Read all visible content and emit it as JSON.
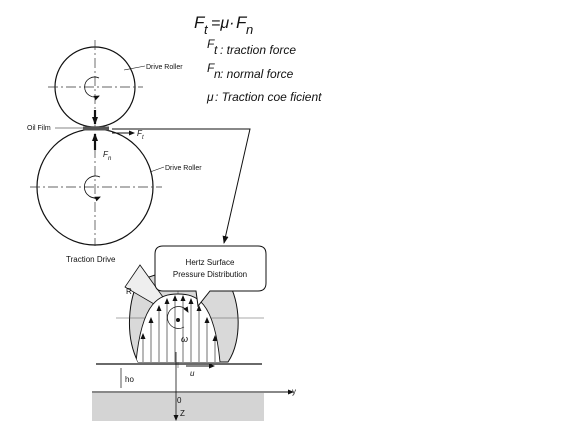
{
  "formula": {
    "lhs_main": "F",
    "lhs_sub": "t",
    "eq_mid": "=μ·",
    "rhs_main": "F",
    "rhs_sub": "n"
  },
  "definitions": [
    {
      "main": "F",
      "sub": "t",
      "text": ": traction force"
    },
    {
      "main": "F",
      "sub": "n",
      "text": ": normal force"
    },
    {
      "main": "μ",
      "sub": "",
      "text": ": Traction coe ficient"
    }
  ],
  "traction_drive": {
    "caption": "Traction Drive",
    "top_roller_label": "Drive Roller",
    "bottom_roller_label": "Drive Roller",
    "oil_film_label": "Oil Film",
    "ft_main": "F",
    "ft_sub": "t",
    "fn_main": "F",
    "fn_sub": "n"
  },
  "hertz": {
    "callout_line1": "Hertz Surface",
    "callout_line2": "Pressure Distribution",
    "radius_label": "R",
    "omega_label": "ω",
    "velocity_label": "u",
    "gap_label": "ho",
    "origin_label": "0",
    "y_axis_label": "y",
    "z_axis_label": "Z"
  },
  "colors": {
    "line": "#111111",
    "roller_fill": "#d9d9d9",
    "ground_fill": "#d4d4d4"
  }
}
